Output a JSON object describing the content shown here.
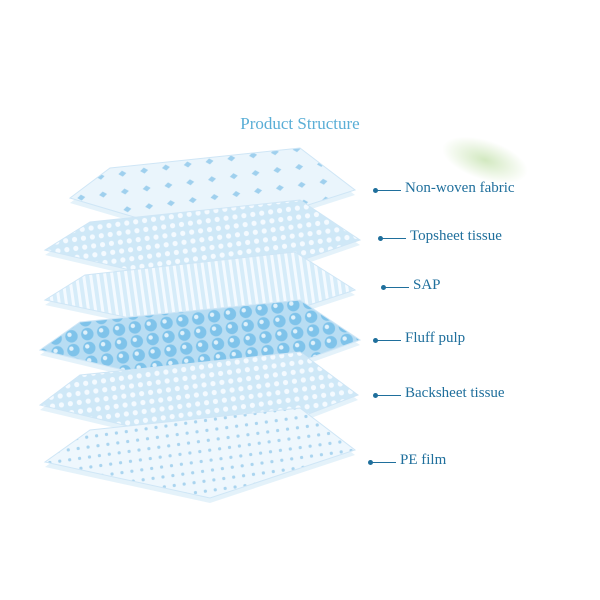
{
  "title": "Product Structure",
  "colors": {
    "accent": "#1f6f9c",
    "title": "#5aaed6",
    "layer_light": "#e3f1fb",
    "layer_mid": "#bfe0f5",
    "bubble": "#7fc3ea"
  },
  "layers": [
    {
      "label": "Non-woven fabric",
      "pattern": "leaf-dots"
    },
    {
      "label": "Topsheet tissue",
      "pattern": "mesh"
    },
    {
      "label": "SAP",
      "pattern": "weave"
    },
    {
      "label": "Fluff pulp",
      "pattern": "bubbles"
    },
    {
      "label": "Backsheet tissue",
      "pattern": "mesh"
    },
    {
      "label": "PE film",
      "pattern": "dots"
    }
  ]
}
